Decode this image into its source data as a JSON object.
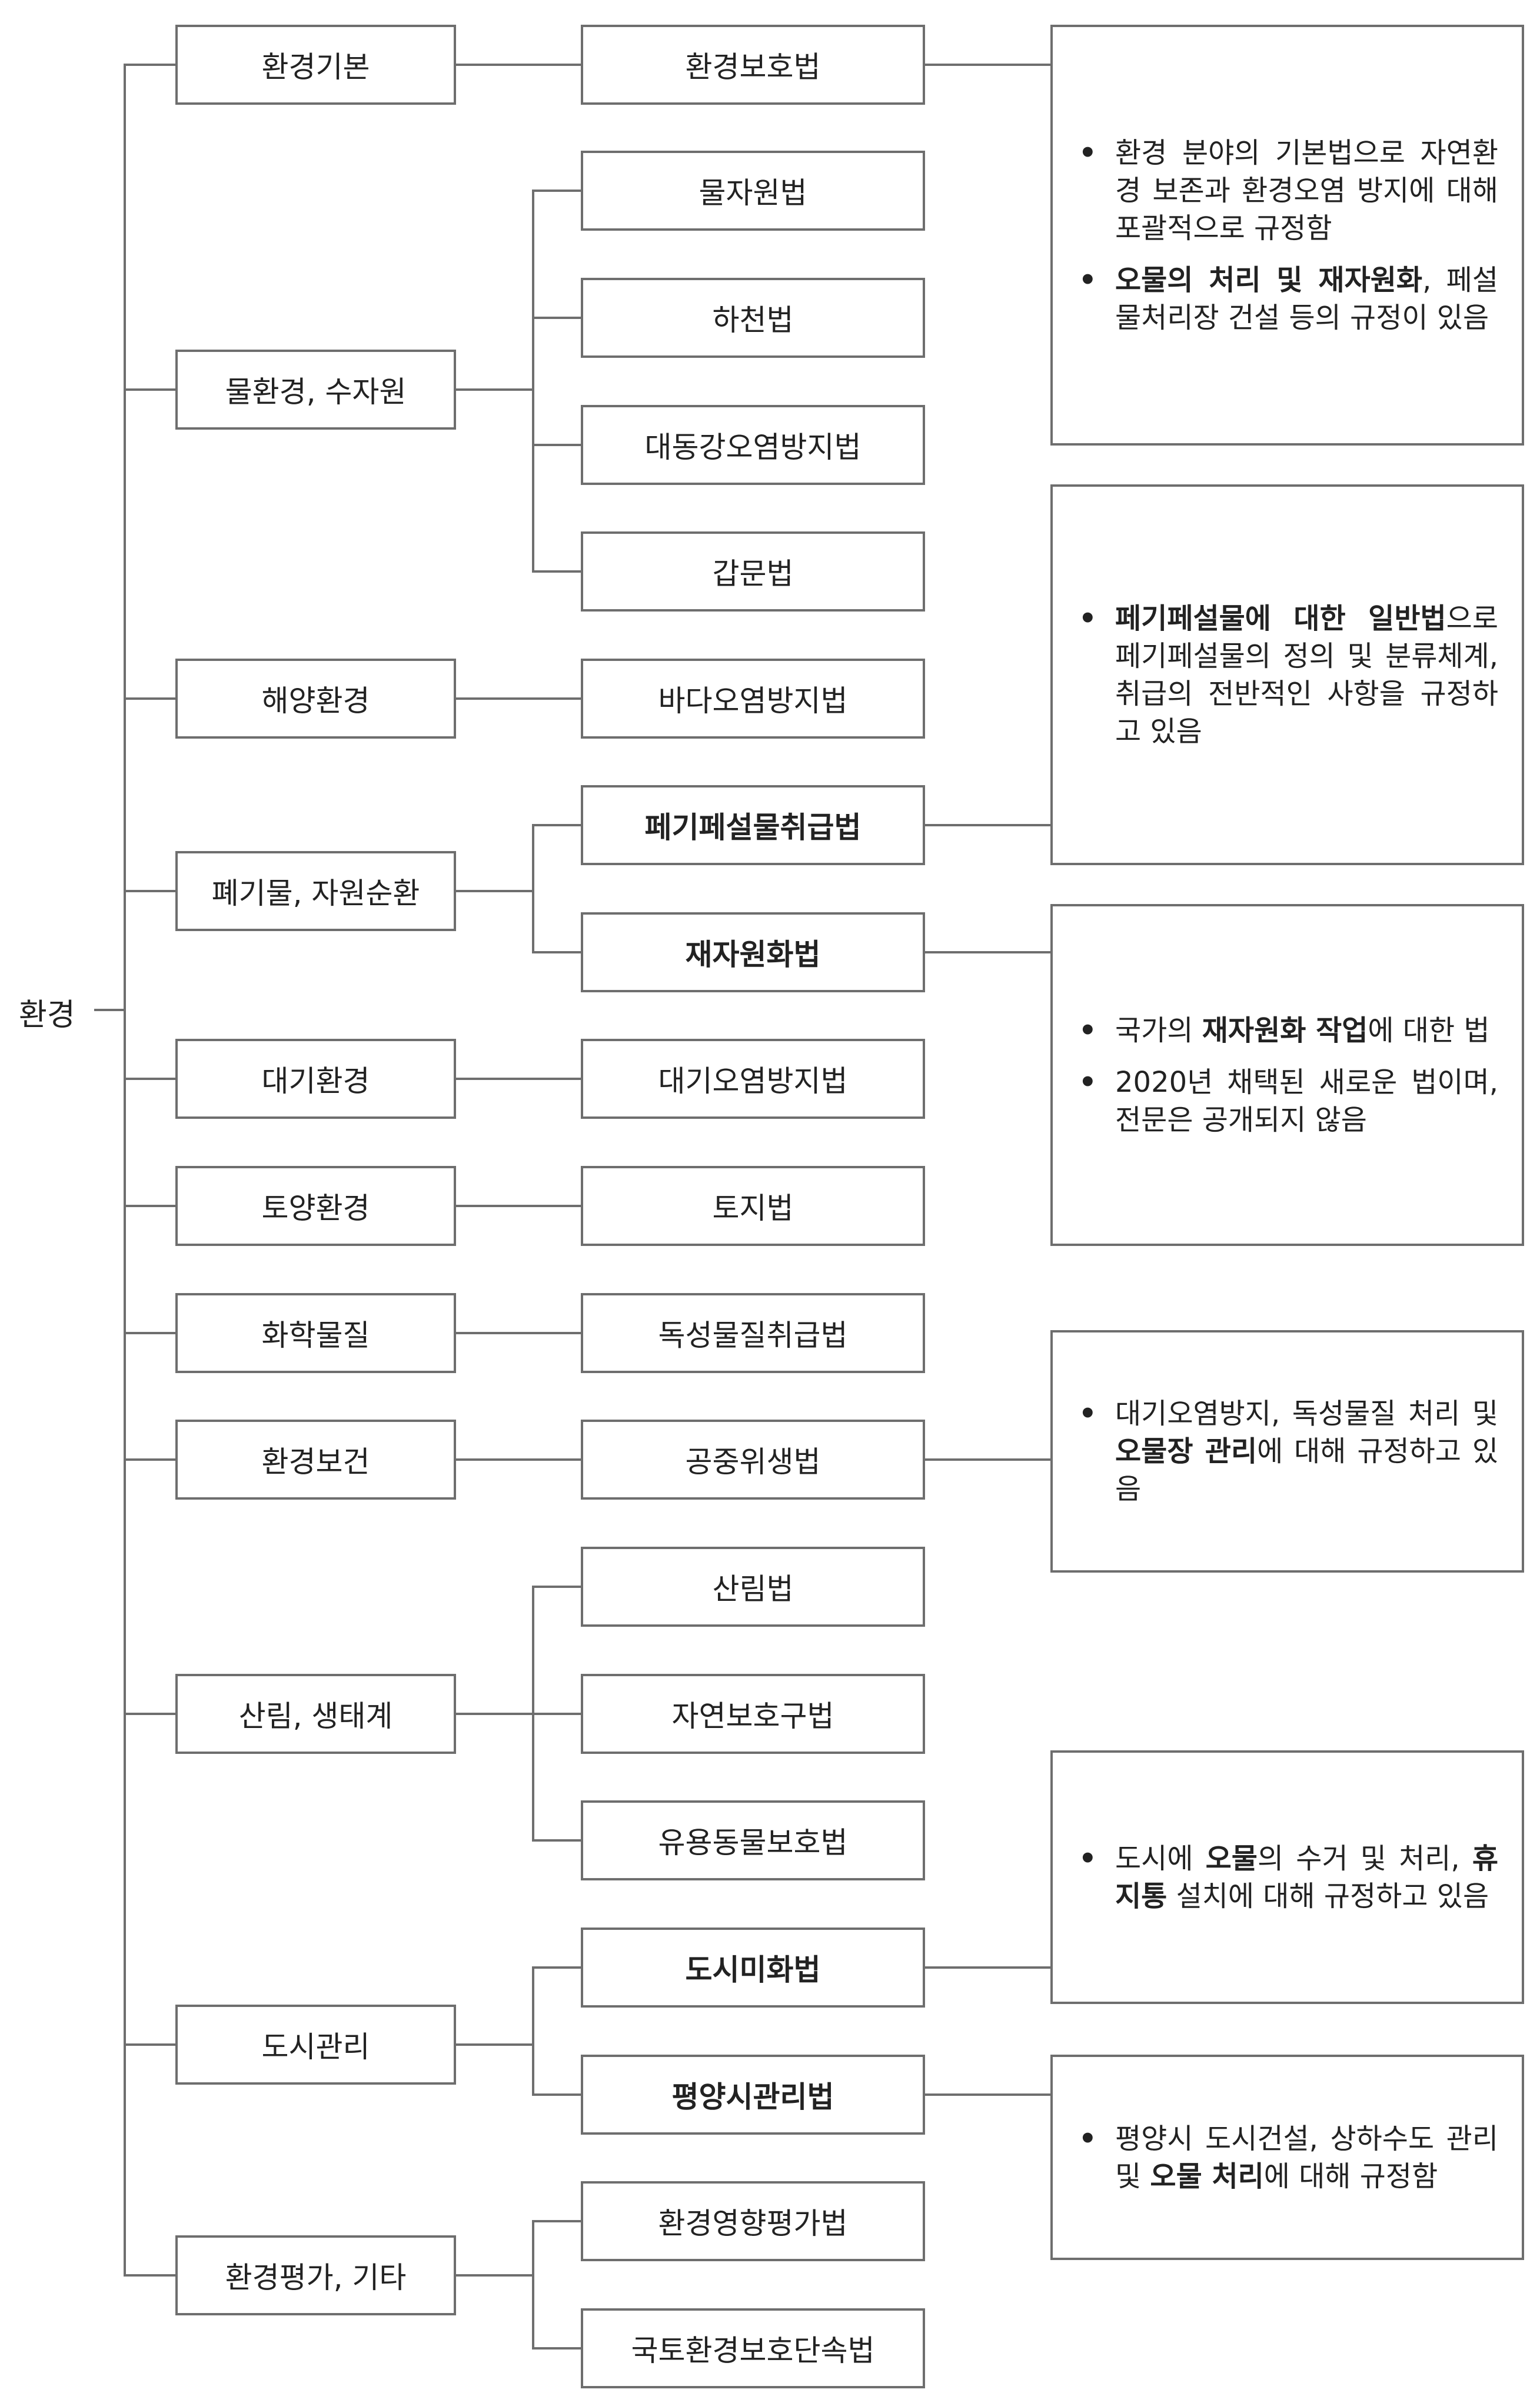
{
  "root": "환경",
  "categories": [
    {
      "label": "환경기본"
    },
    {
      "label": "물환경, 수자원"
    },
    {
      "label": "해양환경"
    },
    {
      "label": "폐기물, 자원순환"
    },
    {
      "label": "대기환경"
    },
    {
      "label": "토양환경"
    },
    {
      "label": "화학물질"
    },
    {
      "label": "환경보건"
    },
    {
      "label": "산림, 생태계"
    },
    {
      "label": "도시관리"
    },
    {
      "label": "환경평가, 기타"
    }
  ],
  "laws": [
    {
      "label": "환경보호법",
      "bold": false
    },
    {
      "label": "물자원법",
      "bold": false
    },
    {
      "label": "하천법",
      "bold": false
    },
    {
      "label": "대동강오염방지법",
      "bold": false
    },
    {
      "label": "갑문법",
      "bold": false
    },
    {
      "label": "바다오염방지법",
      "bold": false
    },
    {
      "label": "페기페설물취급법",
      "bold": true
    },
    {
      "label": "재자원화법",
      "bold": true
    },
    {
      "label": "대기오염방지법",
      "bold": false
    },
    {
      "label": "토지법",
      "bold": false
    },
    {
      "label": "독성물질취급법",
      "bold": false
    },
    {
      "label": "공중위생법",
      "bold": false
    },
    {
      "label": "산림법",
      "bold": false
    },
    {
      "label": "자연보호구법",
      "bold": false
    },
    {
      "label": "유용동물보호법",
      "bold": false
    },
    {
      "label": "도시미화법",
      "bold": true
    },
    {
      "label": "평양시관리법",
      "bold": true
    },
    {
      "label": "환경영향평가법",
      "bold": false
    },
    {
      "label": "국토환경보호단속법",
      "bold": false
    }
  ],
  "notes": [
    {
      "bullets": [
        [
          {
            "t": "환경 분야의 기본법으로 자연환경 보존과 환경오염 방지에 대해 포괄적으로 규정함",
            "b": false
          }
        ],
        [
          {
            "t": "오물의 처리 및 재자원화",
            "b": true
          },
          {
            "t": ", 페설물처리장 건설 등의 규정이 있음",
            "b": false
          }
        ]
      ]
    },
    {
      "bullets": [
        [
          {
            "t": "페기페설물에 대한 일반법",
            "b": true
          },
          {
            "t": "으로 페기페설물의 정의 및 분류체계, 취급의 전반적인 사항을 규정하고 있음",
            "b": false
          }
        ]
      ]
    },
    {
      "bullets": [
        [
          {
            "t": "국가의 ",
            "b": false
          },
          {
            "t": "재자원화 작업",
            "b": true
          },
          {
            "t": "에 대한 법",
            "b": false
          }
        ],
        [
          {
            "t": "2020년 채택된 새로운 법이며, 전문은 공개되지 않음",
            "b": false
          }
        ]
      ]
    },
    {
      "bullets": [
        [
          {
            "t": "대기오염방지, 독성물질 처리 및 ",
            "b": false
          },
          {
            "t": "오물장 관리",
            "b": true
          },
          {
            "t": "에 대해 규정하고 있음",
            "b": false
          }
        ]
      ]
    },
    {
      "bullets": [
        [
          {
            "t": "도시에 ",
            "b": false
          },
          {
            "t": "오물",
            "b": true
          },
          {
            "t": "의 수거 및 처리, ",
            "b": false
          },
          {
            "t": "휴지통",
            "b": true
          },
          {
            "t": " 설치에 대해 규정하고 있음",
            "b": false
          }
        ]
      ]
    },
    {
      "bullets": [
        [
          {
            "t": "평양시 도시건설, 상하수도 관리 및 ",
            "b": false
          },
          {
            "t": "오물 처리",
            "b": true
          },
          {
            "t": "에 대해 규정함",
            "b": false
          }
        ]
      ]
    }
  ],
  "colors": {
    "line": "#6e6e6e",
    "border": "#6e6e6e",
    "text": "#222222"
  }
}
